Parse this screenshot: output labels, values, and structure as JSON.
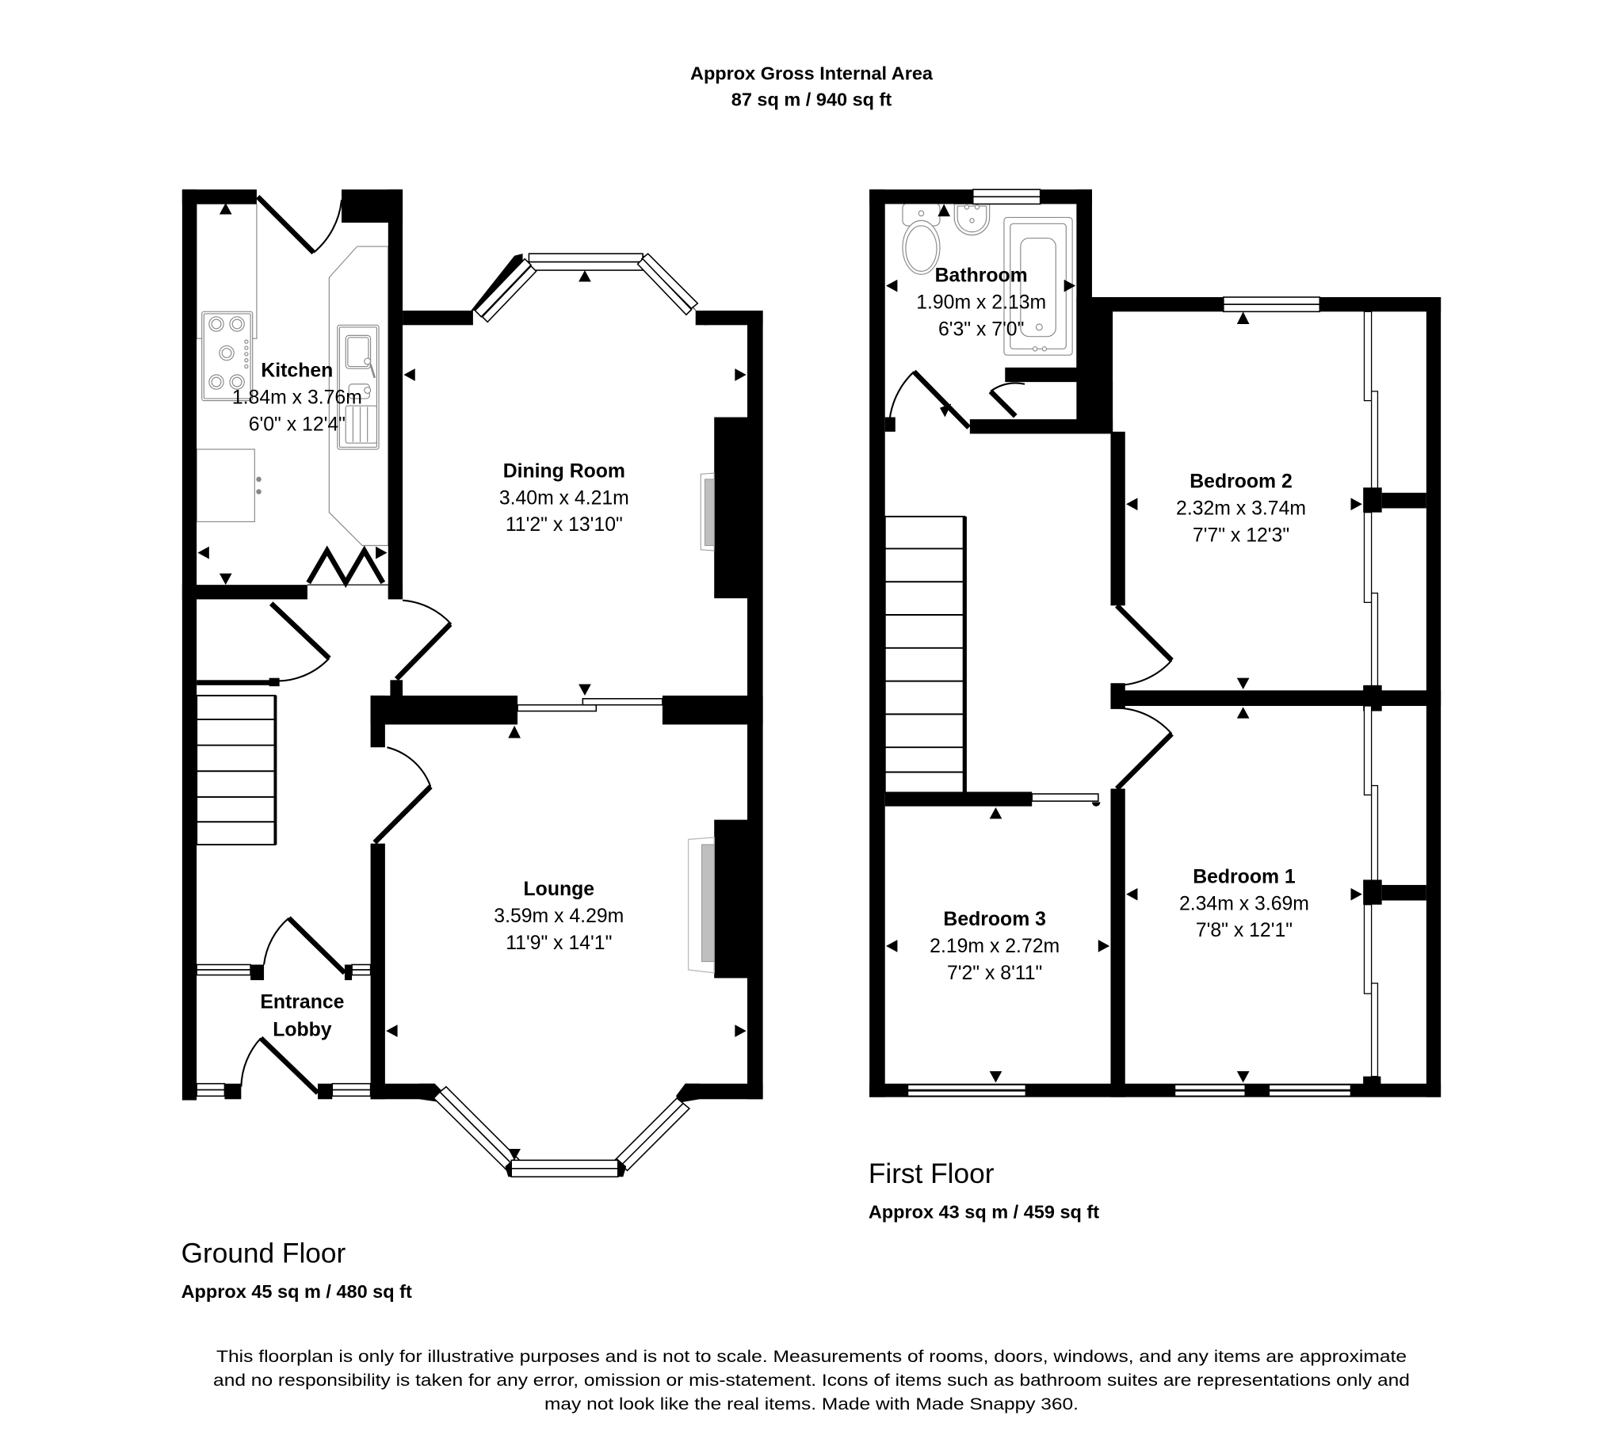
{
  "header": {
    "title": "Approx Gross Internal Area",
    "total_area": "87 sq m / 940 sq ft"
  },
  "ground_floor": {
    "label": "Ground Floor",
    "area": "Approx 45 sq m / 480 sq ft",
    "rooms": [
      {
        "name": "Kitchen",
        "metric": "1.84m x 3.76m",
        "imperial": "6'0\" x 12'4\""
      },
      {
        "name": "Dining Room",
        "metric": "3.40m x 4.21m",
        "imperial": "11'2\" x 13'10\""
      },
      {
        "name": "Lounge",
        "metric": "3.59m x 4.29m",
        "imperial": "11'9\" x 14'1\""
      },
      {
        "name_line1": "Entrance",
        "name_line2": "Lobby"
      }
    ]
  },
  "first_floor": {
    "label": "First Floor",
    "area": "Approx 43 sq m / 459 sq ft",
    "rooms": [
      {
        "name": "Bathroom",
        "metric": "1.90m x 2.13m",
        "imperial": "6'3\" x 7'0\""
      },
      {
        "name": "Bedroom 2",
        "metric": "2.32m x 3.74m",
        "imperial": "7'7\" x 12'3\""
      },
      {
        "name": "Bedroom 1",
        "metric": "2.34m x 3.69m",
        "imperial": "7'8\" x 12'1\""
      },
      {
        "name": "Bedroom 3",
        "metric": "2.19m x 2.72m",
        "imperial": "7'2\" x 8'11\""
      }
    ]
  },
  "disclaimer": {
    "line1": "This floorplan is only for illustrative purposes and is not to scale. Measurements of rooms, doors, windows, and any items are approximate",
    "line2": "and no responsibility is taken for any error, omission or mis-statement. Icons of items such as bathroom suites are representations only and",
    "line3": "may not look like the real items. Made with Made Snappy 360."
  },
  "colors": {
    "wall": "#000000",
    "background": "#ffffff",
    "fixture_stroke": "#8a8a8a",
    "fireplace_grey": "#bfbfbf"
  },
  "icons": [
    "dimension-arrow-icon",
    "window-icon",
    "door-swing-icon",
    "sliding-door-icon",
    "stairs-icon",
    "hob-icon",
    "sink-icon",
    "toilet-icon",
    "basin-icon",
    "bath-icon",
    "fireplace-icon",
    "bifold-door-icon",
    "wardrobe-icon"
  ]
}
